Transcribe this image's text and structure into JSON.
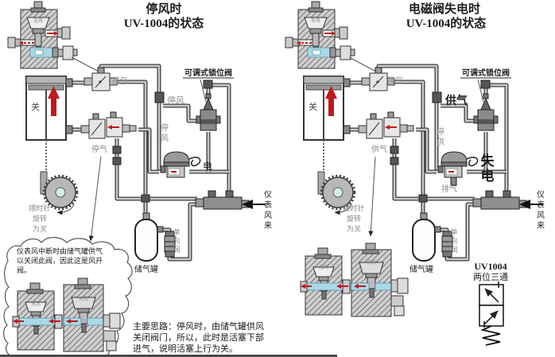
{
  "colors": {
    "red_arrow": "#c0181c",
    "pipe_gray": "#c9c9c9",
    "pipe_edge": "#3e3e3e",
    "channel_blue": "#a8d9e8",
    "label_gray": "#8a8a8a",
    "text_black": "#1c1c1c"
  },
  "left": {
    "title": [
      "停风时",
      "UV-1004的状态"
    ],
    "lock_valve_label": "可调式锁位阀",
    "relay_top_label": "排气",
    "relay_bottom_label": "停气",
    "pipe_label": "停风",
    "pipe_vertical_label": [
      "停",
      "风"
    ],
    "solenoid_label": "电",
    "cylinder_state_label": "关",
    "wheel_caption": [
      "顺时针",
      "旋转",
      "为关"
    ],
    "tank_label": "储气罐",
    "check_valve_label": [
      "单",
      "向",
      "阀"
    ],
    "instrument_air_label": [
      "仪",
      "表",
      "风",
      "来"
    ],
    "top_block_tag": "无风",
    "pair_tag_left": "无风",
    "pair_tag_right": "有风",
    "cloud_note": [
      "仪表风中断时由储气罐供气",
      "以关闭此阀，因此这是风开",
      "阀。"
    ],
    "main_idea": [
      "主要思路：停风时，由储气罐供风",
      "关闭阀门，所以，此时是活塞下部",
      "进气，说明活塞上行为关。"
    ]
  },
  "right": {
    "title": [
      "电磁阀失电时",
      "UV-1004的状态"
    ],
    "lock_valve_label": "可调式锁位阀",
    "relay_top_label": "排气",
    "relay_bottom_label": "供气",
    "pipe_label": "供气",
    "pipe_vertical_label": [
      "停",
      "供"
    ],
    "solenoid_label": [
      "失",
      "电"
    ],
    "solenoid_exhaust_label": "排气",
    "cylinder_state_label": "关",
    "wheel_caption": [
      "顺时针",
      "旋转",
      "为关"
    ],
    "tank_label": "储气罐",
    "check_valve_label": [
      "单",
      "向",
      "阀"
    ],
    "instrument_air_label": [
      "仪",
      "表",
      "风",
      "来"
    ],
    "top_block_tag": "有风",
    "pair_tag_left": "无风",
    "pair_tag_right": "有风",
    "uv_symbol_title": "UV1004",
    "uv_symbol_subtitle": "两位三通"
  }
}
